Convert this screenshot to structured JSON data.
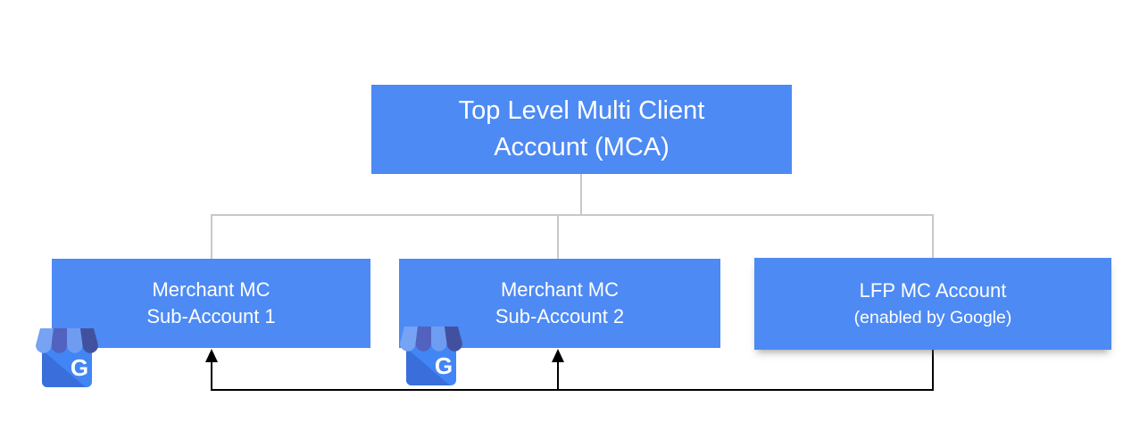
{
  "diagram": {
    "title_hint": "Merchant Center multi-client account hierarchy",
    "background_color": "#ffffff",
    "node_fill_color": "#4d8af4",
    "node_text_color": "#ffffff",
    "tree_connector_color": "#c8c8c8",
    "feedback_connector_color": "#000000",
    "nodes": {
      "root": {
        "line1": "Top Level Multi Client",
        "line2": "Account (MCA)"
      },
      "sub1": {
        "line1": "Merchant MC",
        "line2": "Sub-Account 1"
      },
      "sub2": {
        "line1": "Merchant MC",
        "line2": "Sub-Account 2"
      },
      "lfp": {
        "line1": "LFP MC Account",
        "line2": "(enabled by Google)"
      }
    },
    "icons": {
      "business_profile": {
        "semantic": "google-business-profile-storefront-icon",
        "letter": "G",
        "colors": {
          "stripe1": "#76A3F3",
          "stripe2": "#5262BE",
          "stripe3": "#6E9CF1",
          "stripe4": "#42519F",
          "box": "#4285F4",
          "shadow": "#3A6FDB",
          "letter": "#FFFFFF"
        }
      }
    }
  }
}
